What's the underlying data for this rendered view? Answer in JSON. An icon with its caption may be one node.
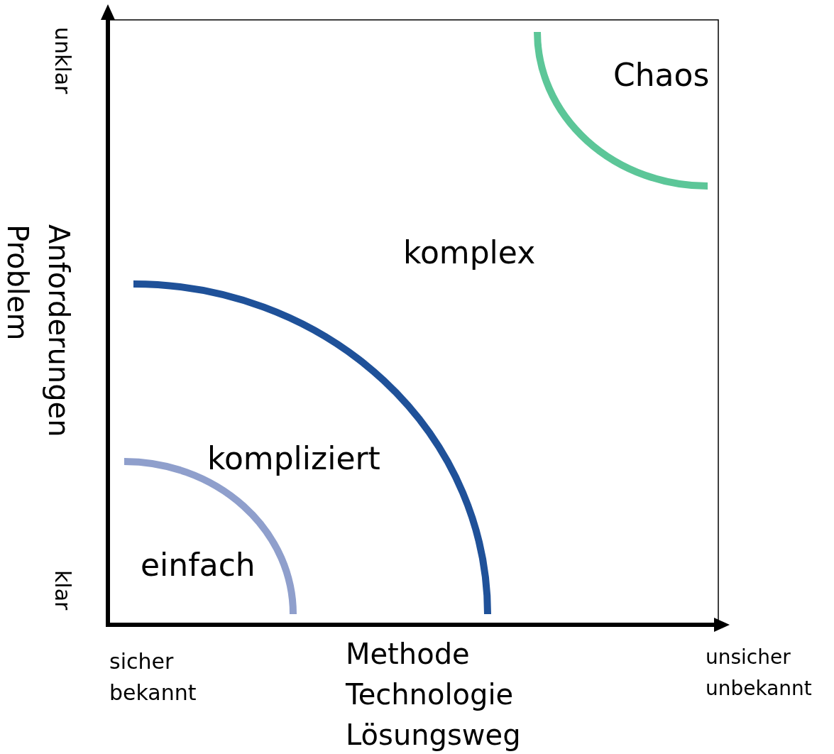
{
  "diagram": {
    "labels": [
      "unklar",
      "Chaos",
      "Anforderungen Problem",
      "komplex",
      "kompliziert",
      "klar",
      "einfach",
      "sicher bekannt",
      "Methode Technologie Lösungsweg",
      "unsicher unbekannt"
    ]
  }
}
